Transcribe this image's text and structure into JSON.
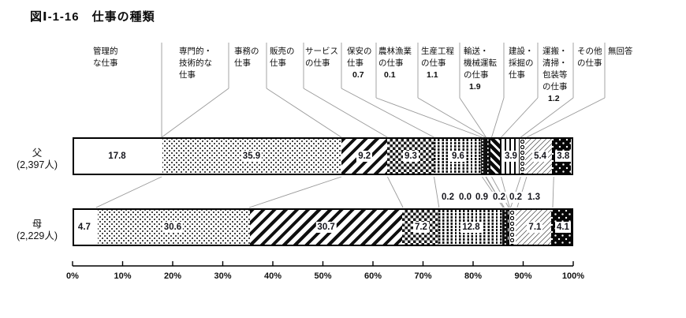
{
  "title": "図Ⅰ-1-16　仕事の種類",
  "chart_data": {
    "type": "bar",
    "stacked": true,
    "orientation": "horizontal",
    "unit": "%",
    "xlim": [
      0,
      100
    ],
    "grid": false,
    "x_axis_ticks": [
      "0%",
      "10%",
      "20%",
      "30%",
      "40%",
      "50%",
      "60%",
      "70%",
      "80%",
      "90%",
      "100%"
    ],
    "categories": [
      "管理的な仕事",
      "専門的・技術的な仕事",
      "事務の仕事",
      "販売の仕事",
      "サービスの仕事",
      "保安の仕事",
      "農林漁業の仕事",
      "生産工程の仕事",
      "輸送・機械運転の仕事",
      "建設・採掘の仕事",
      "運搬・清掃・包装等の仕事",
      "その他の仕事",
      "無回答"
    ],
    "category_labels": [
      "管理的\nな仕事",
      "専門的・\n技術的な\n仕事",
      "事務の\n仕事",
      "販売の\n仕事",
      "サービス\nの仕事",
      "保安の\n仕事",
      "農林漁業\nの仕事",
      "生産工程\nの仕事",
      "輸送・\n機械運転\nの仕事",
      "建設・\n採掘の\n仕事",
      "運搬・\n清掃・\n包装等\nの仕事",
      "その他\nの仕事",
      "無回答"
    ],
    "series": [
      {
        "name": "父",
        "count_label": "(2,397人)",
        "values": [
          17.8,
          35.9,
          9.2,
          9.3,
          9.6,
          0.7,
          0.1,
          1.1,
          1.9,
          3.9,
          1.2,
          5.4,
          3.8
        ]
      },
      {
        "name": "母",
        "count_label": "(2,229人)",
        "values": [
          4.7,
          30.6,
          30.7,
          7.2,
          12.8,
          0.2,
          0.0,
          0.9,
          0.2,
          0.2,
          1.3,
          7.1,
          4.1
        ]
      }
    ]
  },
  "colors": {
    "text": "#111111",
    "bar_border": "#000000",
    "leader_line": "#9a9a9a",
    "axis": "#000000"
  }
}
